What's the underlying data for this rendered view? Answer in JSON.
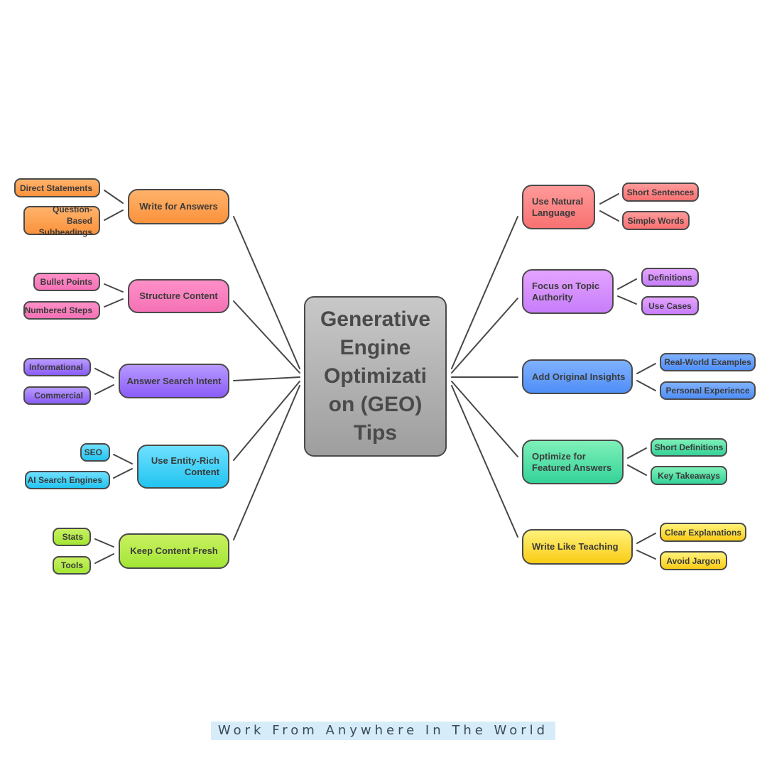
{
  "mindmap": {
    "center": "Generative Engine Optimizati on (GEO) Tips",
    "branches": [
      {
        "label": "Write for Answers",
        "color": "#fb923c",
        "leaves": [
          "Direct Statements",
          "Question-Based Subheadings"
        ]
      },
      {
        "label": "Structure Content",
        "color": "#f472b6",
        "leaves": [
          "Bullet Points",
          "Numbered Steps"
        ]
      },
      {
        "label": "Answer Search Intent",
        "color": "#8b5cf6",
        "leaves": [
          "Informational",
          "Commercial"
        ]
      },
      {
        "label": "Use Entity-Rich Content",
        "color": "#22c4f0",
        "leaves": [
          "SEO",
          "AI Search Engines"
        ]
      },
      {
        "label": "Keep Content Fresh",
        "color": "#a3e635",
        "leaves": [
          "Stats",
          "Tools"
        ]
      },
      {
        "label": "Use Natural Language",
        "color": "#f87171",
        "leaves": [
          "Short Sentences",
          "Simple Words"
        ]
      },
      {
        "label": "Focus on Topic Authority",
        "color": "#c77dfa",
        "leaves": [
          "Definitions",
          "Use Cases"
        ]
      },
      {
        "label": "Add Original Insights",
        "color": "#4f8ef7",
        "leaves": [
          "Real-World Examples",
          "Personal Experience"
        ]
      },
      {
        "label": "Optimize for Featured Answers",
        "color": "#34d399",
        "leaves": [
          "Short Definitions",
          "Key Takeaways"
        ]
      },
      {
        "label": "Write Like Teaching",
        "color": "#facc15",
        "leaves": [
          "Clear Explanations",
          "Avoid Jargon"
        ]
      }
    ]
  },
  "footer": "Work From Anywhere In The World"
}
